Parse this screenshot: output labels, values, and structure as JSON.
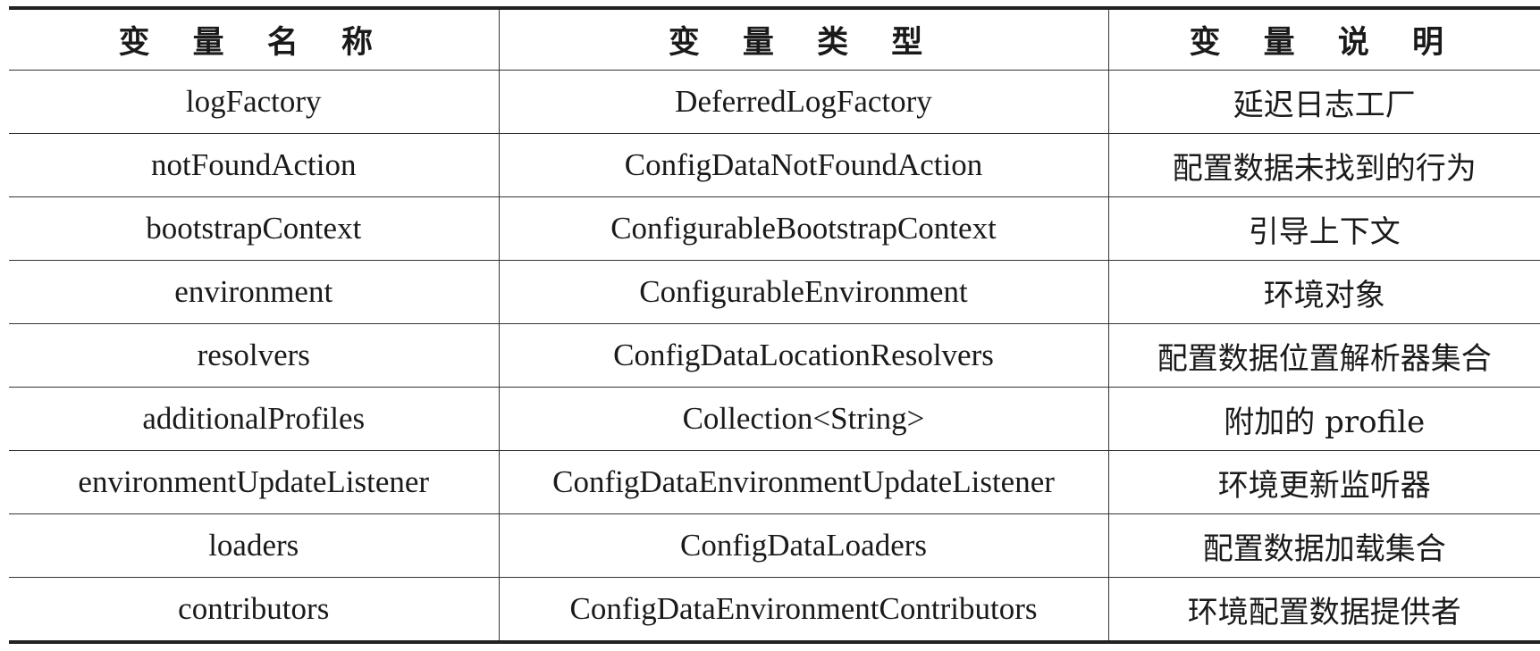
{
  "table": {
    "headers": [
      "变 量 名 称",
      "变 量 类 型",
      "变 量 说 明"
    ],
    "rows": [
      {
        "name": "logFactory",
        "type": "DeferredLogFactory",
        "desc": "延迟日志工厂"
      },
      {
        "name": "notFoundAction",
        "type": "ConfigDataNotFoundAction",
        "desc": "配置数据未找到的行为"
      },
      {
        "name": "bootstrapContext",
        "type": "ConfigurableBootstrapContext",
        "desc": "引导上下文"
      },
      {
        "name": "environment",
        "type": "ConfigurableEnvironment",
        "desc": "环境对象"
      },
      {
        "name": "resolvers",
        "type": "ConfigDataLocationResolvers",
        "desc": "配置数据位置解析器集合"
      },
      {
        "name": "additionalProfiles",
        "type": "Collection<String>",
        "desc": "附加的 profile"
      },
      {
        "name": "environmentUpdateListener",
        "type": "ConfigDataEnvironmentUpdateListener",
        "desc": "环境更新监听器"
      },
      {
        "name": "loaders",
        "type": "ConfigDataLoaders",
        "desc": "配置数据加载集合"
      },
      {
        "name": "contributors",
        "type": "ConfigDataEnvironmentContributors",
        "desc": "环境配置数据提供者"
      }
    ]
  }
}
